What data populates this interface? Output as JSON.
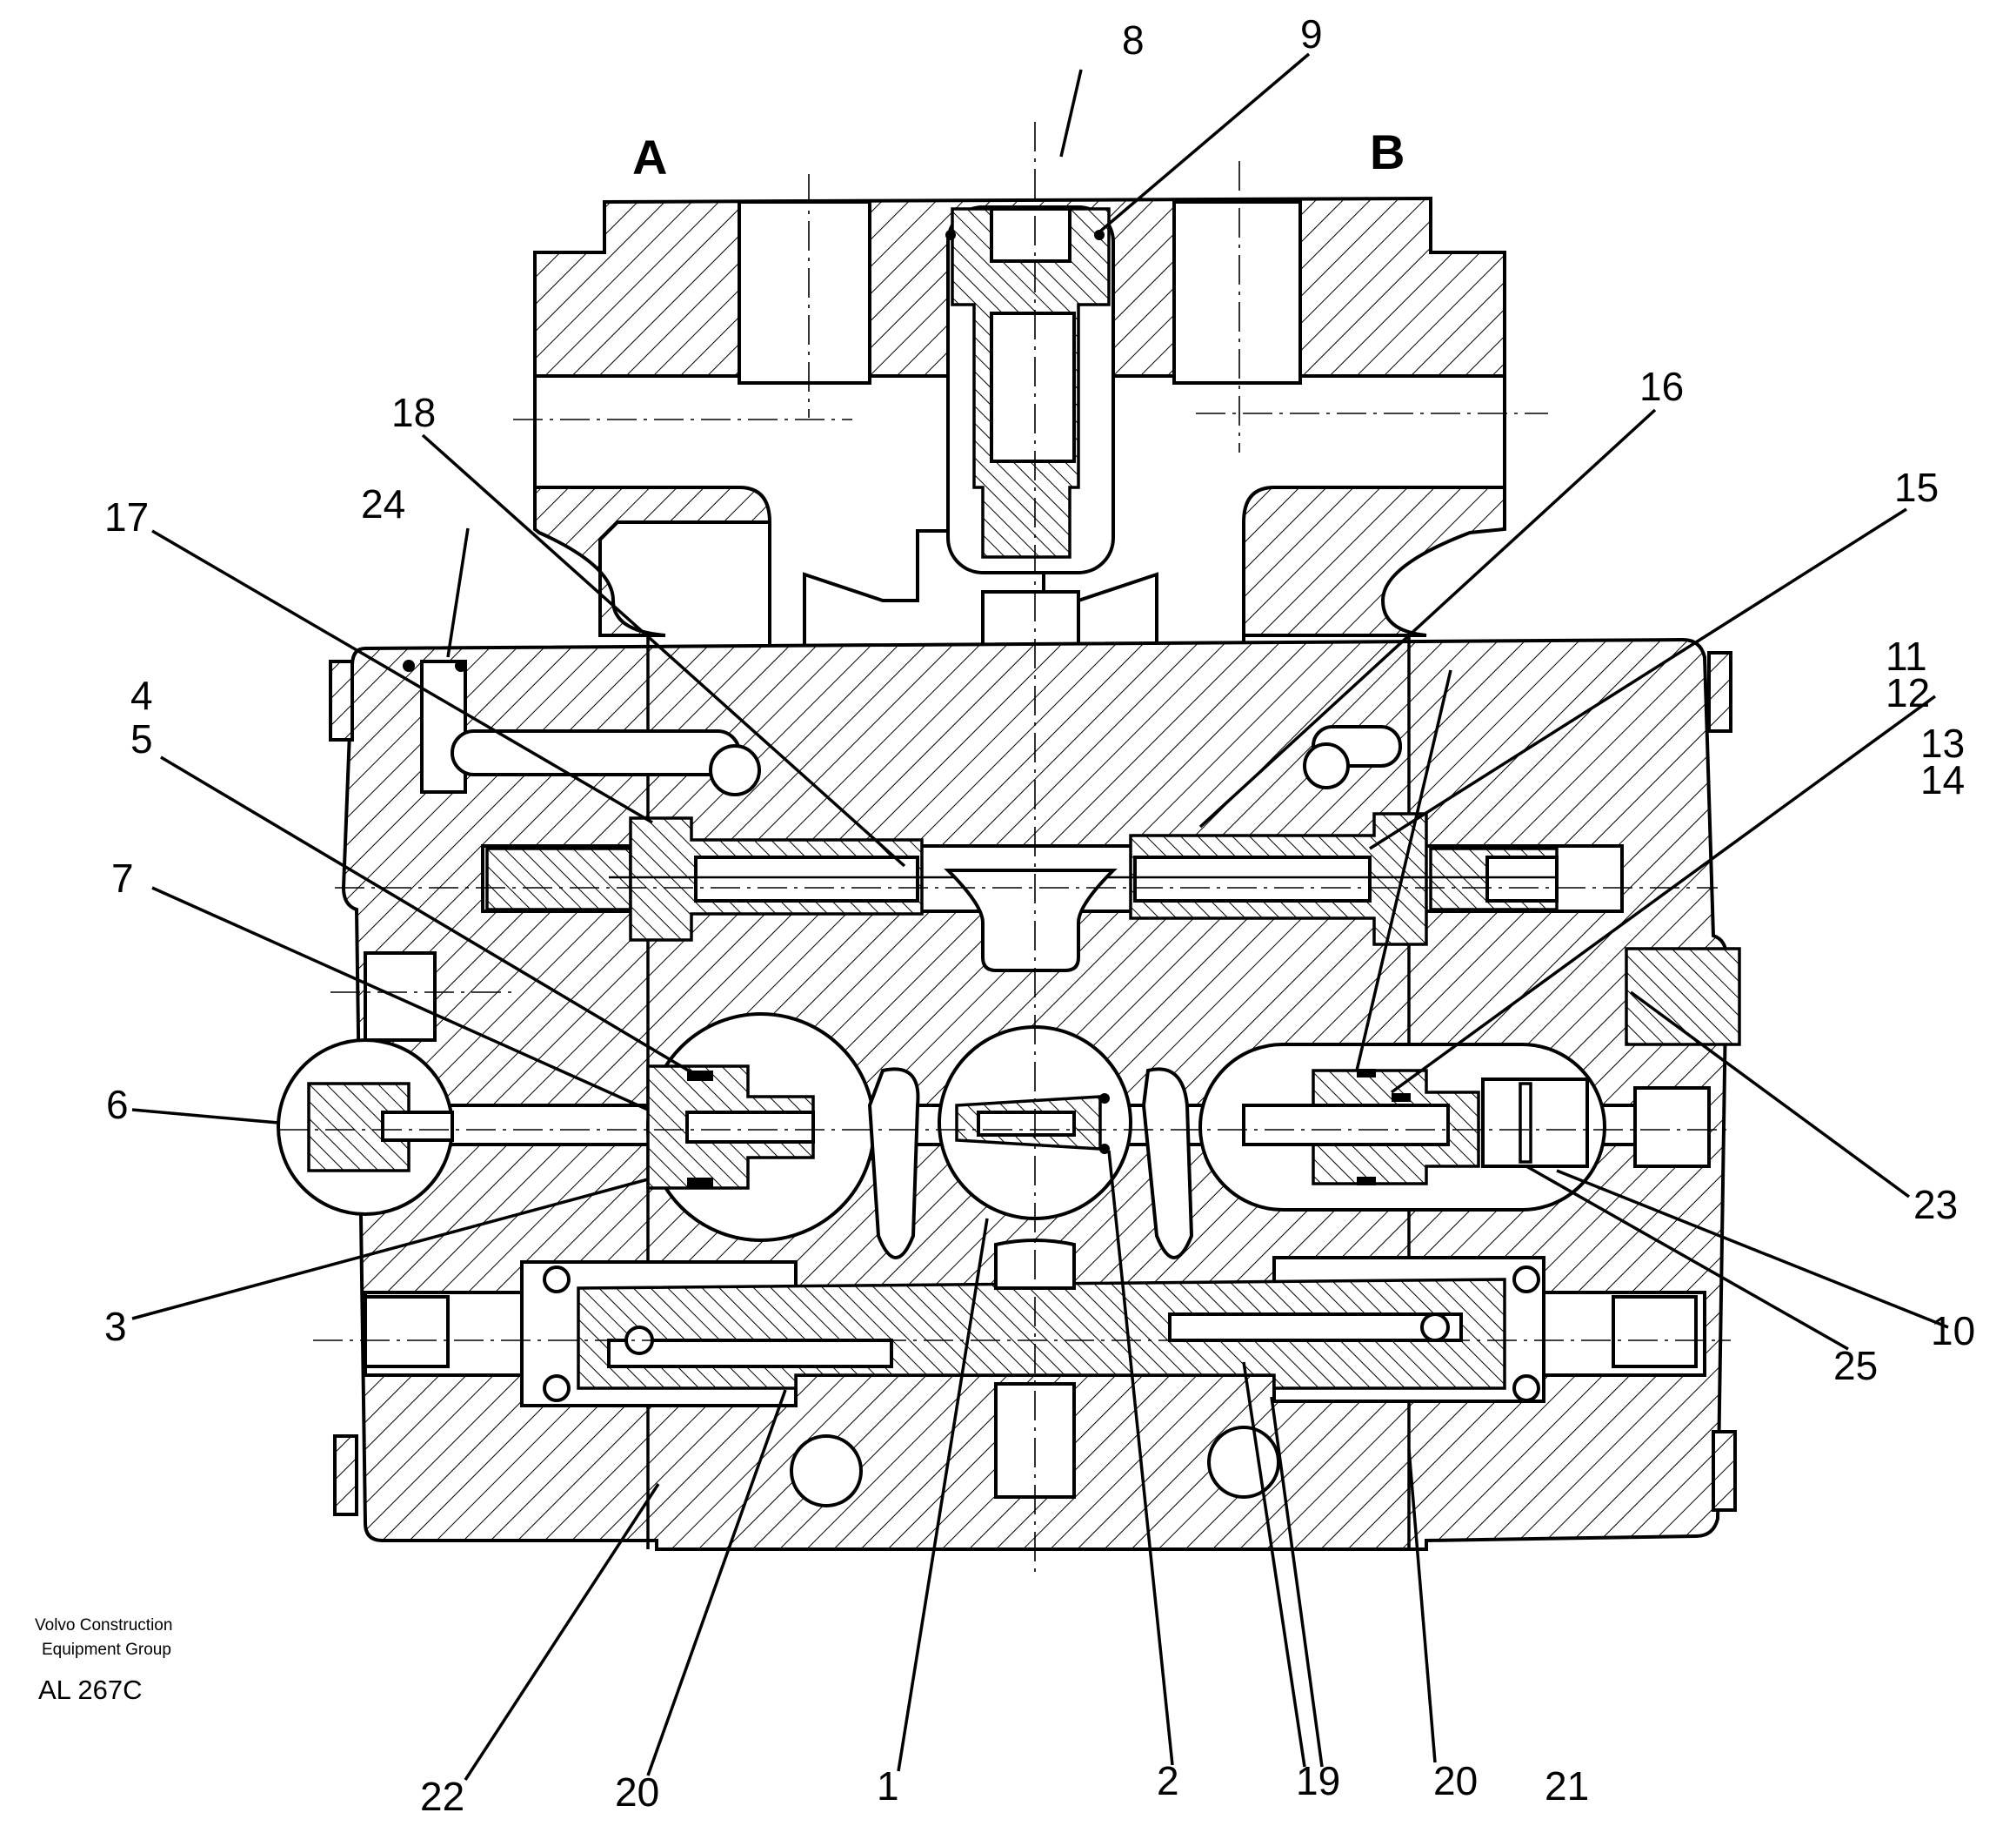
{
  "ports": {
    "a": "A",
    "b": "B"
  },
  "callouts": {
    "c1": "1",
    "c2": "2",
    "c3": "3",
    "c4": "4",
    "c5": "5",
    "c6": "6",
    "c7": "7",
    "c8": "8",
    "c9": "9",
    "c10": "10",
    "c11": "11",
    "c12": "12",
    "c13": "13",
    "c14": "14",
    "c15": "15",
    "c16": "16",
    "c17": "17",
    "c18": "18",
    "c19": "19",
    "c20a": "20",
    "c20b": "20",
    "c21": "21",
    "c22": "22",
    "c23": "23",
    "c24": "24",
    "c25": "25"
  },
  "credit": {
    "line1": "Volvo Construction",
    "line2": "Equipment Group"
  },
  "drawing_code": "AL 267C"
}
